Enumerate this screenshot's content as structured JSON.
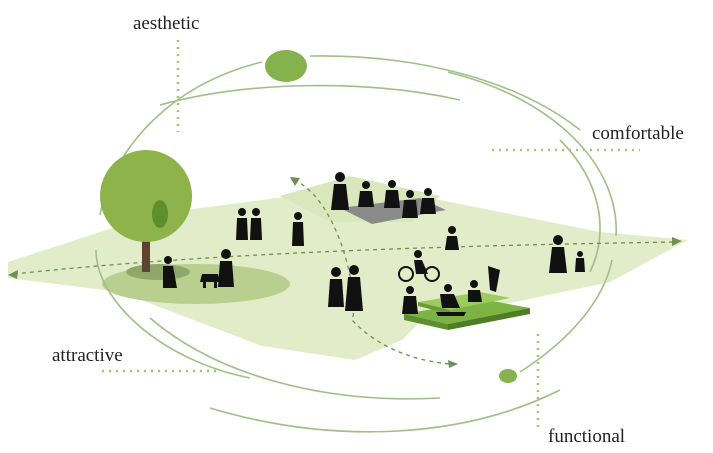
{
  "labels": {
    "aesthetic": "aesthetic",
    "comfortable": "comfortable",
    "attractive": "attractive",
    "functional": "functional"
  },
  "colors": {
    "plaza": "#e2ecc8",
    "orbit_line": "#9fbf86",
    "accent_green": "#86b24e",
    "dotted_guide": "#a8c472",
    "silhouette": "#111111",
    "tree_canopy": "#8db34a",
    "podium_green": "#7cb342"
  }
}
